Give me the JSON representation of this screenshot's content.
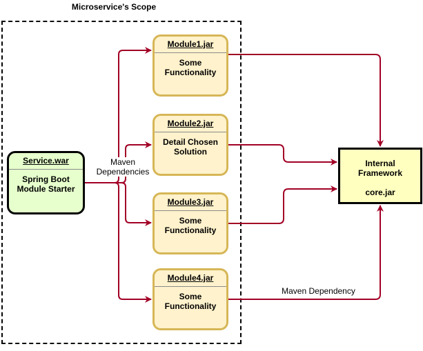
{
  "scope": {
    "title": "Microservice's Scope"
  },
  "service": {
    "title": "Service.war",
    "line1": "Spring Boot",
    "line2": "Module Starter"
  },
  "modules": [
    {
      "title": "Module1.jar",
      "line1": "Some",
      "line2": "Functionality"
    },
    {
      "title": "Module2.jar",
      "line1": "Detail Chosen",
      "line2": "Solution"
    },
    {
      "title": "Module3.jar",
      "line1": "Some",
      "line2": "Functionality"
    },
    {
      "title": "Module4.jar",
      "line1": "Some",
      "line2": "Functionality"
    }
  ],
  "core": {
    "line1": "Internal",
    "line2": "Framework",
    "line3": "core.jar"
  },
  "edge_labels": {
    "maven_dependencies_1": "Maven",
    "maven_dependencies_2": "Dependencies",
    "maven_dependency": "Maven Dependency"
  },
  "colors": {
    "edge": "#a20025",
    "module_fill": "#fff2cc",
    "module_stroke": "#d6b656",
    "service_fill": "#e6ffcc",
    "core_fill": "#ffffc0"
  }
}
